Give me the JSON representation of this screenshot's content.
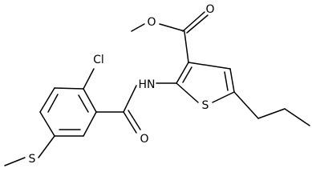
{
  "structure": {
    "atom_labels": {
      "chlorine": "Cl",
      "amide_nh": "HN",
      "amide_oxygen": "O",
      "ester_carbonyl_oxygen": "O",
      "ester_ether_oxygen": "O",
      "thiophene_sulfur": "S",
      "thioether_sulfur": "S"
    }
  },
  "colors": {
    "ink": "#000000",
    "background": "#ffffff"
  }
}
